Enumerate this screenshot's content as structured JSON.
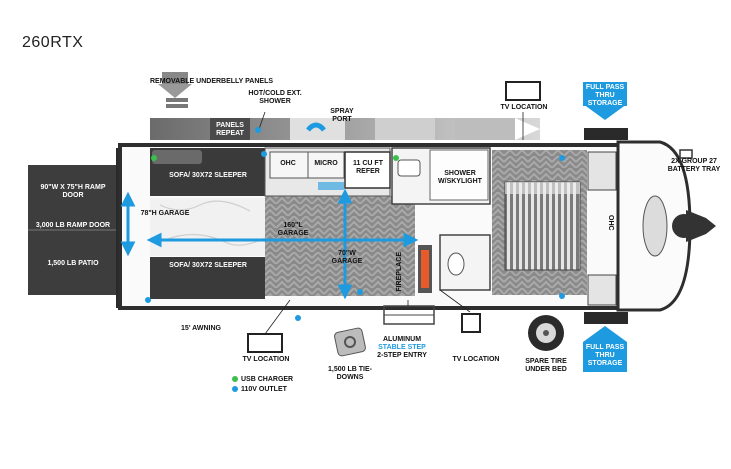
{
  "model": "260RTX",
  "colors": {
    "accent_blue": "#1e9be0",
    "wall": "#3a3a3a",
    "floor": "#8f8f8f"
  },
  "labels": {
    "removable_panels": "REMOVABLE UNDERBELLY PANELS",
    "hot_cold_shower": "HOT/COLD EXT. SHOWER",
    "spray_port": "SPRAY PORT",
    "panels_repeat": "PANELS REPEAT",
    "tv_location_top": "TV LOCATION",
    "full_pass_top": "FULL PASS THRU STORAGE",
    "battery_tray": "2X GROUP 27 BATTERY TRAY",
    "ramp_door_size": "90\"W x 75\"H RAMP DOOR",
    "ramp_door_weight": "3,000 LB RAMP DOOR",
    "patio": "1,500 LB PATIO",
    "sofa_top": "SOFA/ 30x72 SLEEPER",
    "sofa_bottom": "SOFA/ 30x72 SLEEPER",
    "garage_height": "78\"H GARAGE",
    "garage_length": "160\"L GARAGE",
    "garage_width": "70\"W GARAGE",
    "ohc_top": "OHC",
    "micro": "MICRO",
    "refer": "11 CU FT REFER",
    "shower": "SHOWER w/SKYLIGHT",
    "fireplace": "FIREPLACE",
    "ohc_bed": "OHC",
    "awning": "15' AWNING",
    "tv_location_left": "TV LOCATION",
    "usb_charger": "USB CHARGER",
    "outlet": "110V OUTLET",
    "tie_downs": "1,500 LB TIE-DOWNS",
    "step_line1": "ALUMINUM",
    "step_line2": "STABLE STEP",
    "step_line3": "2-STEP ENTRY",
    "tv_location_mid": "TV LOCATION",
    "spare_tire": "SPARE TIRE UNDER BED",
    "full_pass_bottom": "FULL PASS THRU STORAGE"
  }
}
